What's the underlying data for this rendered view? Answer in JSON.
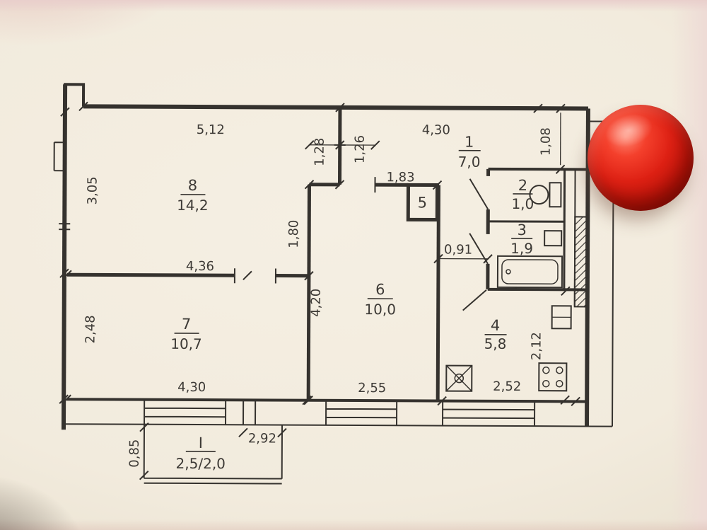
{
  "scene": {
    "description": "Photograph of a paper apartment floor plan held on a surface, with a round red magnet at the top right",
    "paper_color": "#f2ebdd",
    "line_color": "#35322e",
    "magnet_color": "#de2114"
  },
  "floor_plan": {
    "rooms": {
      "hall": {
        "number": "1",
        "area": "7,0"
      },
      "wc": {
        "number": "2",
        "area": "1,0"
      },
      "bath": {
        "number": "3",
        "area": "1,9"
      },
      "kitchen": {
        "number": "4",
        "area": "5,8"
      },
      "closet": {
        "number": "5"
      },
      "room6": {
        "number": "6",
        "area": "10,0"
      },
      "room7": {
        "number": "7",
        "area": "10,7"
      },
      "room8": {
        "number": "8",
        "area": "14,2"
      },
      "balcony": {
        "number": "I",
        "area": "2,5/2,0"
      }
    },
    "dims": {
      "top_room8": "5,12",
      "top_hall": "4,30",
      "left_room8": "3,05",
      "left_room7": "2,48",
      "doorway_left": "1,28",
      "doorway_right": "1,26",
      "hall_right": "1,08",
      "closet_span": "1,83",
      "room6_upper": "1,80",
      "room6_left": "4,20",
      "room8_bottom": "4,36",
      "corridor_width": "0,91",
      "room7_bottom": "4,30",
      "room6_bottom": "2,55",
      "kitchen_bottom": "2,52",
      "kitchen_right": "2,12",
      "balcony_width": "2,92",
      "balcony_depth": "0,85"
    },
    "icons": {
      "toilet": "toilet-icon",
      "bathtub": "bathtub-icon",
      "stove": "stove-icon",
      "vent": "vent-fan-icon",
      "shaft": "hatched-shaft"
    }
  }
}
